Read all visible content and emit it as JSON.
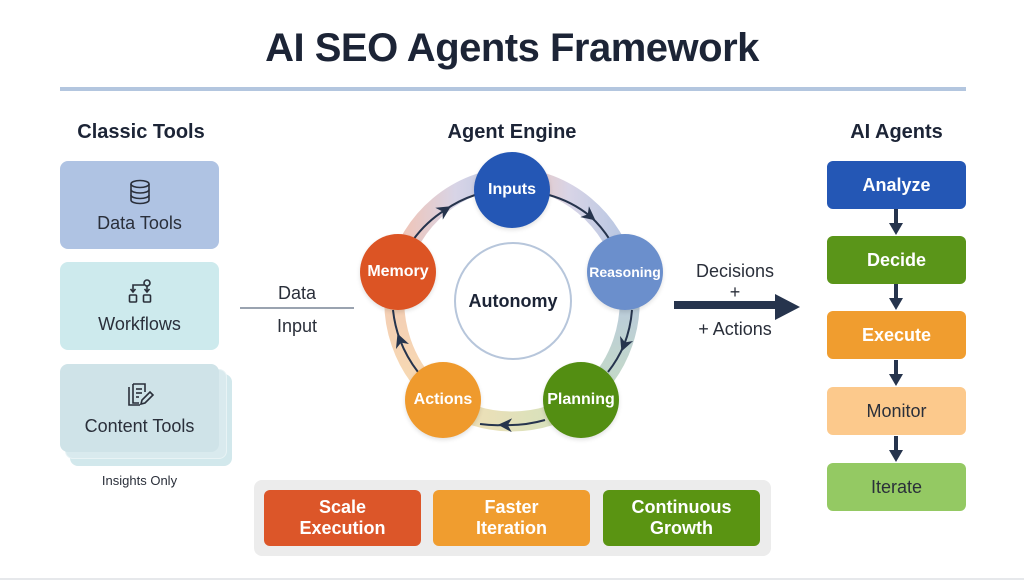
{
  "title": "AI SEO Agents Framework",
  "classic_tools": {
    "heading": "Classic Tools",
    "items": [
      {
        "label": "Data Tools",
        "icon": "database-icon",
        "color": "#afc3e3"
      },
      {
        "label": "Workflows",
        "icon": "workflow-icon",
        "color": "#cdeaed"
      },
      {
        "label": "Content Tools",
        "icon": "content-edit-icon",
        "color": "#cfe3e8"
      }
    ],
    "caption": "Insights Only"
  },
  "data_input": {
    "top": "Data",
    "bottom": "Input"
  },
  "agent_engine": {
    "heading": "Agent Engine",
    "center": "Autonomy",
    "nodes": [
      {
        "label": "Inputs",
        "color": "#2457b5"
      },
      {
        "label": "Reasoning",
        "color": "#6b8fcc"
      },
      {
        "label": "Planning",
        "color": "#538e12"
      },
      {
        "label": "Actions",
        "color": "#ef9a2d"
      },
      {
        "label": "Memory",
        "color": "#dc5424"
      }
    ]
  },
  "output_arrow": {
    "top": "Decisions",
    "middle": "+",
    "bottom": "+ Actions"
  },
  "ai_agents": {
    "heading": "AI Agents",
    "steps": [
      {
        "label": "Analyze",
        "color": "#2457b5",
        "text_color": "#ffffff"
      },
      {
        "label": "Decide",
        "color": "#5a9519",
        "text_color": "#ffffff"
      },
      {
        "label": "Execute",
        "color": "#f09d2f",
        "text_color": "#ffffff"
      },
      {
        "label": "Monitor",
        "color": "#fcc98c",
        "text_color": "#2a2f3a"
      },
      {
        "label": "Iterate",
        "color": "#94c963",
        "text_color": "#2a2f3a"
      }
    ]
  },
  "outcomes": [
    {
      "line1": "Scale",
      "line2": "Execution",
      "color": "#dc5629"
    },
    {
      "line1": "Faster",
      "line2": "Iteration",
      "color": "#f09d2f"
    },
    {
      "line1": "Continuous",
      "line2": "Growth",
      "color": "#5a9412"
    }
  ],
  "colors": {
    "heading": "#1c2436",
    "arrow": "#26344d",
    "rule": "#b3c6df"
  }
}
